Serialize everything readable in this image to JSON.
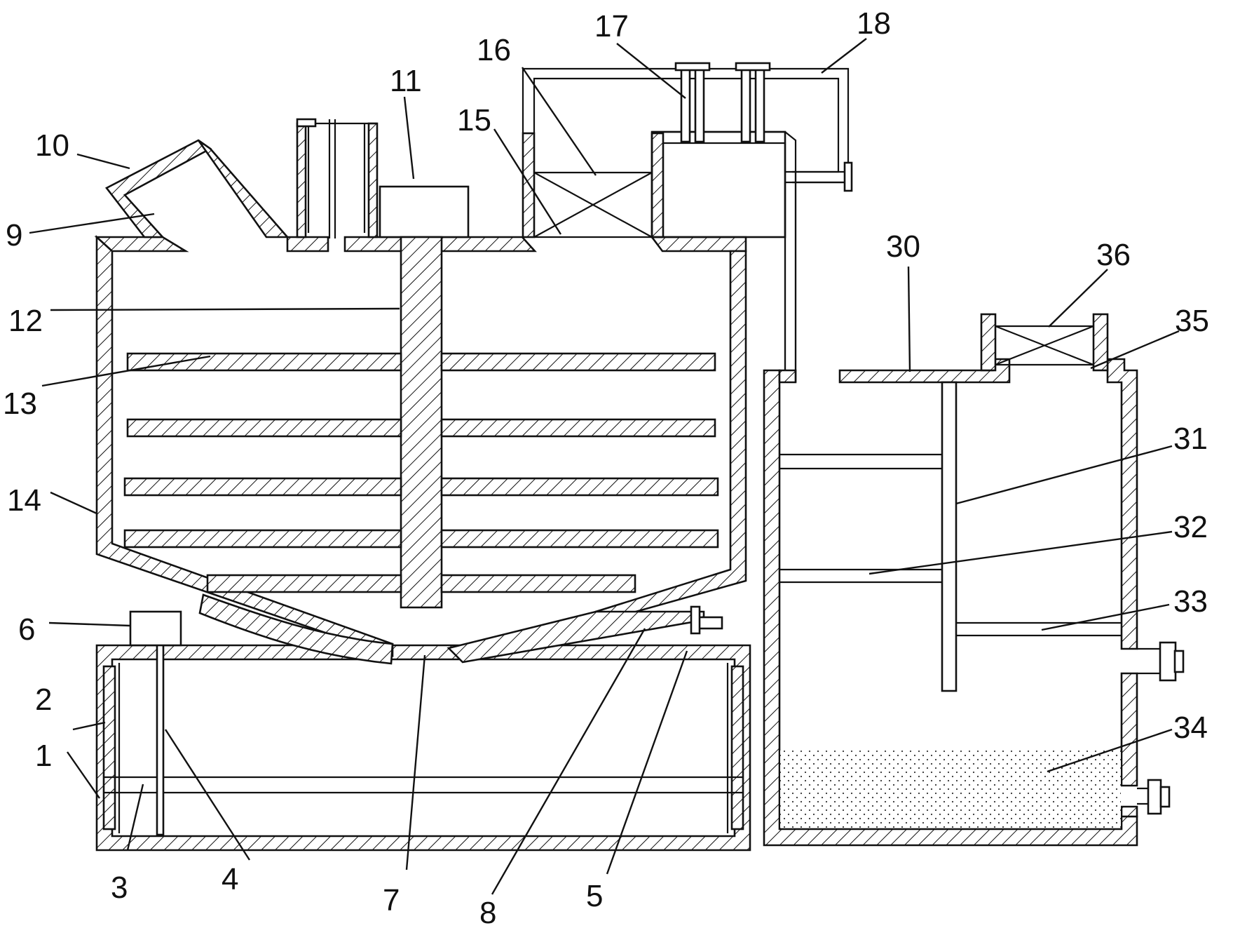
{
  "diagram": {
    "labels": [
      {
        "id": "l1",
        "text": "1"
      },
      {
        "id": "l2",
        "text": "2"
      },
      {
        "id": "l3",
        "text": "3"
      },
      {
        "id": "l4",
        "text": "4"
      },
      {
        "id": "l5",
        "text": "5"
      },
      {
        "id": "l6",
        "text": "6"
      },
      {
        "id": "l7",
        "text": "7"
      },
      {
        "id": "l8",
        "text": "8"
      },
      {
        "id": "l9",
        "text": "9"
      },
      {
        "id": "l10",
        "text": "10"
      },
      {
        "id": "l11",
        "text": "11"
      },
      {
        "id": "l12",
        "text": "12"
      },
      {
        "id": "l13",
        "text": "13"
      },
      {
        "id": "l14",
        "text": "14"
      },
      {
        "id": "l15",
        "text": "15"
      },
      {
        "id": "l16",
        "text": "16"
      },
      {
        "id": "l17",
        "text": "17"
      },
      {
        "id": "l18",
        "text": "18"
      },
      {
        "id": "l30",
        "text": "30"
      },
      {
        "id": "l31",
        "text": "31"
      },
      {
        "id": "l32",
        "text": "32"
      },
      {
        "id": "l33",
        "text": "33"
      },
      {
        "id": "l34",
        "text": "34"
      },
      {
        "id": "l35",
        "text": "35"
      },
      {
        "id": "l36",
        "text": "36"
      }
    ]
  }
}
